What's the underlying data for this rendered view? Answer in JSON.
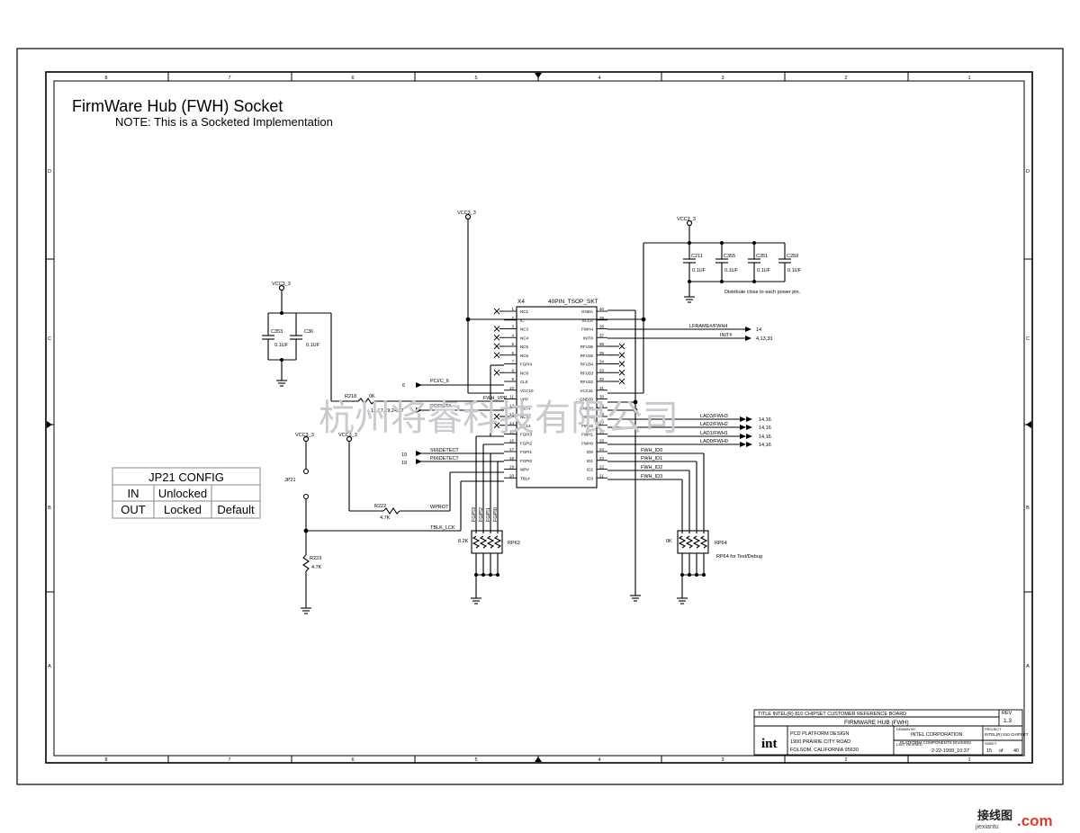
{
  "header": {
    "title": "FirmWare Hub (FWH) Socket",
    "note": "NOTE: This is a Socketed Implementation"
  },
  "grid": {
    "columns": [
      "8",
      "7",
      "6",
      "5",
      "4",
      "3",
      "2",
      "1"
    ],
    "rows": [
      "D",
      "C",
      "B",
      "A"
    ]
  },
  "jp21_table": {
    "title": "JP21  CONFIG",
    "rows": [
      [
        "IN",
        "Unlocked",
        ""
      ],
      [
        "OUT",
        "Locked",
        "Default"
      ]
    ]
  },
  "chip": {
    "ref": "X4",
    "part": "40PIN_TSOP_SKT",
    "left_pins": [
      {
        "num": "1",
        "name": "NC1"
      },
      {
        "num": "2",
        "name": "IC"
      },
      {
        "num": "3",
        "name": "NC3"
      },
      {
        "num": "4",
        "name": "NC4"
      },
      {
        "num": "5",
        "name": "NC5"
      },
      {
        "num": "6",
        "name": "NC6"
      },
      {
        "num": "7",
        "name": "FGPI4"
      },
      {
        "num": "8",
        "name": "NC8"
      },
      {
        "num": "9",
        "name": "CLK"
      },
      {
        "num": "10",
        "name": "VCC10"
      },
      {
        "num": "11",
        "name": "VPP"
      },
      {
        "num": "12",
        "name": "RST#"
      },
      {
        "num": "13",
        "name": "NC13"
      },
      {
        "num": "14",
        "name": "NC14"
      },
      {
        "num": "15",
        "name": "FGPI3"
      },
      {
        "num": "16",
        "name": "FGPI2"
      },
      {
        "num": "17",
        "name": "FGPI1"
      },
      {
        "num": "18",
        "name": "FGPI0"
      },
      {
        "num": "19",
        "name": "WP#"
      },
      {
        "num": "20",
        "name": "TBL#"
      }
    ],
    "right_pins": [
      {
        "num": "40",
        "name": "GNDA"
      },
      {
        "num": "39",
        "name": "VCCA"
      },
      {
        "num": "38",
        "name": "FWH4"
      },
      {
        "num": "37",
        "name": "INIT#"
      },
      {
        "num": "36",
        "name": "RFU36"
      },
      {
        "num": "35",
        "name": "RFU35"
      },
      {
        "num": "34",
        "name": "RFU34"
      },
      {
        "num": "33",
        "name": "RFU33"
      },
      {
        "num": "32",
        "name": "RFU32"
      },
      {
        "num": "31",
        "name": "VCC31"
      },
      {
        "num": "30",
        "name": "GND30"
      },
      {
        "num": "29",
        "name": "GND29"
      },
      {
        "num": "28",
        "name": "FWH3"
      },
      {
        "num": "27",
        "name": "FWH2"
      },
      {
        "num": "26",
        "name": "FWH1"
      },
      {
        "num": "25",
        "name": "FWH0"
      },
      {
        "num": "24",
        "name": "ID0"
      },
      {
        "num": "23",
        "name": "ID1"
      },
      {
        "num": "22",
        "name": "ID2"
      },
      {
        "num": "21",
        "name": "ID3"
      }
    ]
  },
  "power": {
    "vcc_chip": "VCC3_3",
    "vcc_caps_right": "VCC3_3",
    "vcc_caps_left": "VCC3_3",
    "vcc_jp21": "VCC3_3",
    "vcc_r222": "VCC3_3"
  },
  "caps_right": [
    {
      "ref": "C211",
      "value": "0.1UF"
    },
    {
      "ref": "C355",
      "value": "0.1UF"
    },
    {
      "ref": "C351",
      "value": "0.1UF"
    },
    {
      "ref": "C259",
      "value": "0.1UF"
    }
  ],
  "caps_right_note": "Distribute close to each power pin.",
  "caps_left": [
    {
      "ref": "C353",
      "value": "0.1UF"
    },
    {
      "ref": "C36",
      "value": "0.1UF"
    }
  ],
  "nets": {
    "lframe": "LFRAME#/FWH4",
    "lframe_ref": "14",
    "init": "INIT#",
    "init_ref": "4,13,33",
    "pclk": "PCI/C_6",
    "pclk_ref": "6",
    "pcirst": "PCIRST#",
    "pcirst_ref": "13,17,19,24,27",
    "fwh_vpp": "FWH_VPP",
    "lad": [
      "LAD3/FWH3",
      "LAD2/FWH2",
      "LAD1/FWH1",
      "LAD0/FWH0"
    ],
    "lad_ref": "14,16",
    "s66": "S66DETECT",
    "p66": "P66DETECT",
    "detect_ref": "19",
    "wprot": "WPROT",
    "tbl_lck": "TBLK_LCK",
    "fwh_ids": [
      "FWH_ID0",
      "FWH_ID1",
      "FWH_ID2",
      "FWH_ID3"
    ],
    "fgpi": [
      "FGPI3",
      "FGPI2",
      "FGPI1",
      "FGPI0"
    ]
  },
  "resistors": {
    "r218": {
      "ref": "R218",
      "value": "0K"
    },
    "r222": {
      "ref": "R222",
      "value": "4.7K"
    },
    "r223": {
      "ref": "R223",
      "value": "4.7K"
    },
    "rp63": {
      "ref": "RP63",
      "value": "8.2K"
    },
    "rp64": {
      "ref": "RP64",
      "value": "0K",
      "note": "RP64 for Test/Debug"
    }
  },
  "jumper": {
    "ref": "JP21"
  },
  "title_block": {
    "title": "TITLE INTEL(R) 810 CHIPSET CUSTOMER REFERENCE BOARD",
    "subtitle": "FIRMWARE HUB (FWH)",
    "rev_label": "REV",
    "rev": "1.3",
    "logo": "int",
    "org1": "PCD PLATFORM DESIGN",
    "org2": "1900 PRAIRIE CITY ROAD",
    "org3": "FOLSOM, CALIFORNIA 95630",
    "drawn_by_label": "DRAWN BY",
    "company": "INTEL CORPORATION",
    "division": "PLATFORM COMPONENTS DIVISION",
    "project_label": "PROJECT",
    "project": "INTEL(R) 810 CHIPSET",
    "last_revised_label": "LAST REVISED",
    "date": "2-22-1999_10:37",
    "sheet_label": "SHEET",
    "sheet": "15",
    "of": "of",
    "total": "40"
  },
  "watermark": "杭州将睿科技有限公司",
  "corner_logo": {
    "brand": "接线图",
    "url": "jiexiantu",
    "com": ".com"
  }
}
